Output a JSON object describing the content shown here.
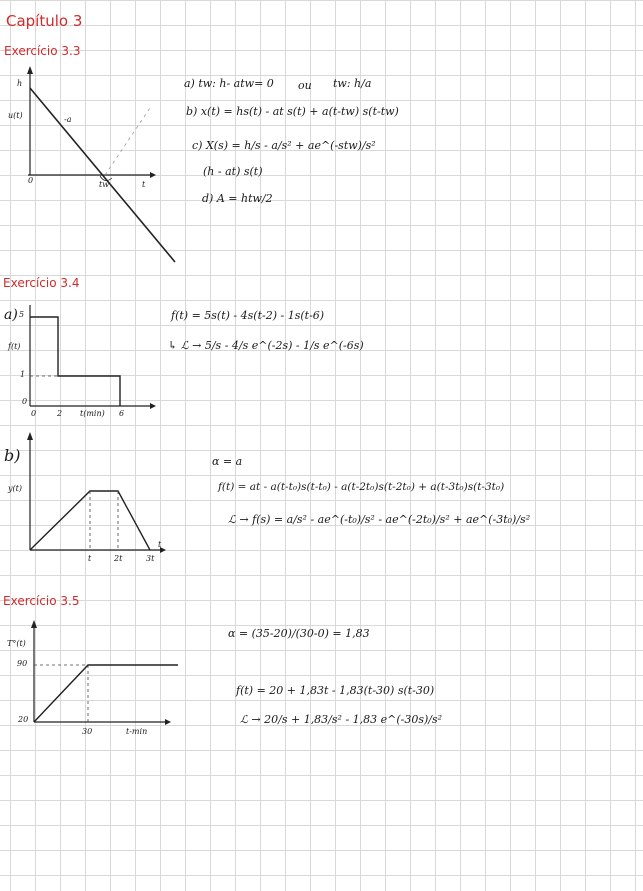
{
  "chapter_title": "Capítulo 3",
  "ex33": {
    "title": "Exercício 3.3",
    "graph": {
      "y_top": "h",
      "y_mid": "u(t)",
      "slope": "-a",
      "origin": "0",
      "x_axis": "t",
      "tw": "tw"
    },
    "a": "a) tw: h- atw= 0",
    "a_alt_or": "ou",
    "a_alt": "tw: h/a",
    "b": "b) x(t) = hs(t) - at s(t) + a(t-tw) s(t-tw)",
    "c": "c) X(s) = h/s - a/s² + ae^(-stw)/s²",
    "c2": "(h - at) s(t)",
    "d": "d) A = htw/2"
  },
  "ex34": {
    "title": "Exercício 3.4",
    "a_label": "a)",
    "graph_a": {
      "y5": "5",
      "ylabel": "f(t)",
      "y1": "1",
      "y0": "0",
      "x0": "0",
      "x2": "2",
      "xlabel": "t(min)",
      "x6": "6"
    },
    "eq1": "f(t) = 5s(t) - 4s(t-2) - 1s(t-6)",
    "eq2": "↳ ℒ → 5/s - 4/s e^(-2s) - 1/s e^(-6s)",
    "b_label": "b)",
    "graph_b": {
      "ylabel": "y(t)",
      "x1": "t",
      "x2": "2t",
      "x3": "3t",
      "xaxis": "t"
    },
    "alpha": "α = a",
    "eq3": "f(t) = at - a(t-t₀)s(t-t₀) - a(t-2t₀)s(t-2t₀) + a(t-3t₀)s(t-3t₀)",
    "eq4": "ℒ → f(s) = a/s² - ae^(-t₀)/s² - ae^(-2t₀)/s² + ae^(-3t₀)/s²"
  },
  "ex35": {
    "title": "Exercício 3.5",
    "graph": {
      "ylabel": "T°(t)",
      "y90": "90",
      "y20": "20",
      "x30": "30",
      "xlabel": "t-min"
    },
    "alpha": "α = (35-20)/(30-0) = 1,83",
    "eq1": "f(t) = 20 + 1,83t - 1,83(t-30) s(t-30)",
    "eq2": "ℒ → 20/s + 1,83/s² - 1,83 e^(-30s)/s²"
  }
}
